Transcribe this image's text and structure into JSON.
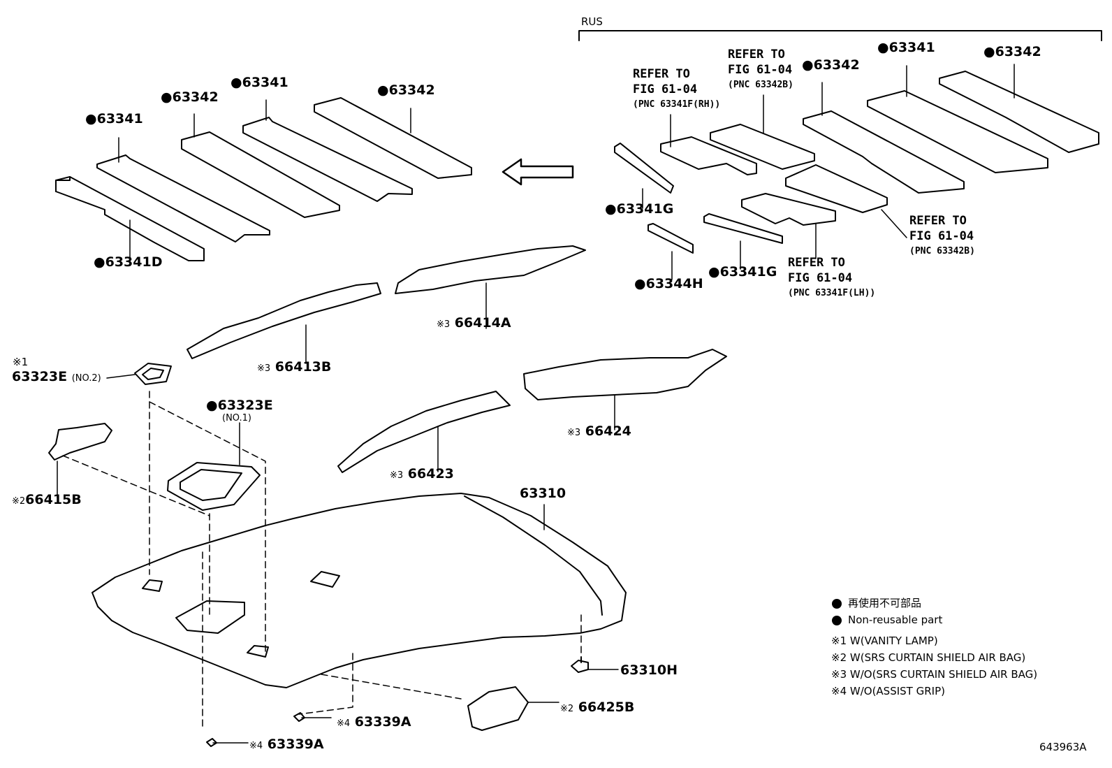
{
  "diagram_id": "643963A",
  "group_label": "RUS",
  "labels": {
    "p63341_a": "63341",
    "p63342_a": "63342",
    "p63341_b": "63341",
    "p63342_b": "63342",
    "p63341D": "63341D",
    "p66414A": "66414A",
    "p66413B": "66413B",
    "p63323E_no2": "63323E",
    "p63323E_no2_note": "(NO.2)",
    "p63323E_no1": "63323E",
    "p63323E_no1_note": "(NO.1)",
    "p66415B": "66415B",
    "p66424": "66424",
    "p66423": "66423",
    "p63310": "63310",
    "p63310H": "63310H",
    "p66425B": "66425B",
    "p63339A_a": "63339A",
    "p63339A_b": "63339A",
    "r63342_a": "63342",
    "r63341": "63341",
    "r63342_b": "63342",
    "r63341G_a": "63341G",
    "r63344H": "63344H",
    "r63341G_b": "63341G"
  },
  "marks": {
    "m1": "※1",
    "m2": "※2",
    "m3": "※3",
    "m4": "※4"
  },
  "refers": [
    {
      "line1": "REFER TO",
      "line2": "FIG 61-04",
      "pnc": "(PNC 63341F(RH))"
    },
    {
      "line1": "REFER TO",
      "line2": "FIG 61-04",
      "pnc": "(PNC 63342B)"
    },
    {
      "line1": "REFER TO",
      "line2": "FIG 61-04",
      "pnc": "(PNC 63342B)"
    },
    {
      "line1": "REFER TO",
      "line2": "FIG 61-04",
      "pnc": "(PNC 63341F(LH))"
    }
  ],
  "legend": {
    "dot_jp": "再使用不可部品",
    "dot_en": "Non-reusable part",
    "n1": "※1 W(VANITY LAMP)",
    "n2": "※2 W(SRS CURTAIN SHIELD AIR BAG)",
    "n3": "※3 W/O(SRS CURTAIN SHIELD AIR BAG)",
    "n4": "※4 W/O(ASSIST GRIP)"
  }
}
